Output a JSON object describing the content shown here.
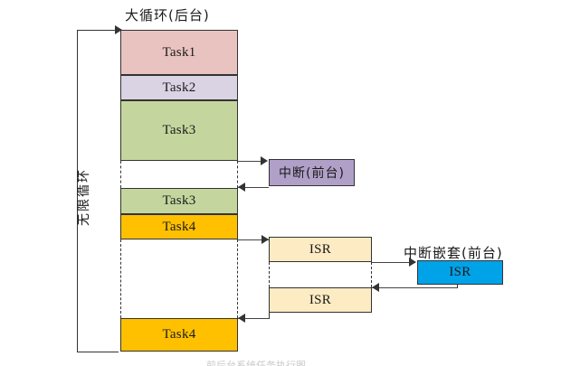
{
  "diagram": {
    "title_background_loop": "大循环(后台)",
    "label_infinite_loop": "无限循环",
    "label_interrupt_foreground": "中断(前台)",
    "label_nested_interrupt_foreground": "中断嵌套(前台)",
    "caption": "前后台系统任务执行图",
    "colors": {
      "task1": "#E9C3C0",
      "task2": "#D9D3E3",
      "task3": "#C4D69E",
      "task4": "#FFC000",
      "interrupt": "#B0A0C8",
      "isr": "#FDEBC4",
      "isr_nested": "#00A2E8",
      "stroke": "#333333"
    },
    "main_column": [
      {
        "name": "task1",
        "label": "Task1",
        "color_key": "task1"
      },
      {
        "name": "task2",
        "label": "Task2",
        "color_key": "task2"
      },
      {
        "name": "task3-first",
        "label": "Task3",
        "color_key": "task3"
      },
      {
        "name": "task3-resumed",
        "label": "Task3",
        "color_key": "task3"
      },
      {
        "name": "task4-first",
        "label": "Task4",
        "color_key": "task4"
      },
      {
        "name": "task4-resumed",
        "label": "Task4",
        "color_key": "task4"
      }
    ],
    "interrupt_blocks": [
      {
        "name": "interrupt",
        "label": "中断(前台)",
        "color_key": "interrupt"
      }
    ],
    "isr_blocks": [
      {
        "name": "isr-upper",
        "label": "ISR",
        "color_key": "isr"
      },
      {
        "name": "isr-lower",
        "label": "ISR",
        "color_key": "isr"
      },
      {
        "name": "isr-nested",
        "label": "ISR",
        "color_key": "isr_nested"
      }
    ]
  }
}
